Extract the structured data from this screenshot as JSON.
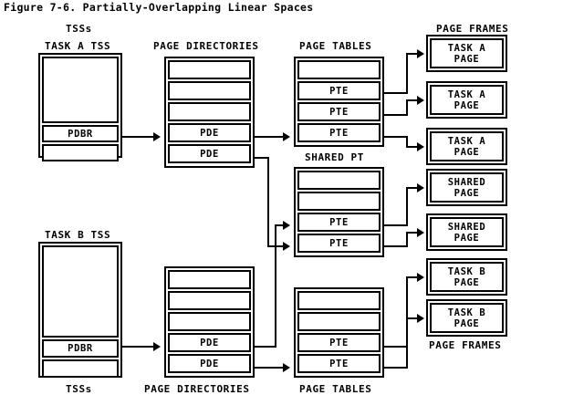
{
  "figure": {
    "title": "Figure 7-6. Partially-Overlapping Linear Spaces"
  },
  "labels": {
    "tss_top": "TSSs",
    "tss_bottom": "TSSs",
    "task_a_tss": "TASK A TSS",
    "task_b_tss": "TASK B TSS",
    "page_directories_top": "PAGE DIRECTORIES",
    "page_directories_bottom": "PAGE DIRECTORIES",
    "page_tables_top": "PAGE TABLES",
    "page_tables_bottom": "PAGE TABLES",
    "shared_pt": "SHARED PT",
    "page_frames_top": "PAGE FRAMES",
    "page_frames_bottom": "PAGE FRAMES"
  },
  "task_a_tss": {
    "rows": [
      "",
      "PDBR",
      ""
    ]
  },
  "task_b_tss": {
    "rows": [
      "",
      "PDBR",
      ""
    ]
  },
  "page_directory_a": {
    "rows": [
      "",
      "",
      "",
      "PDE",
      "PDE"
    ]
  },
  "page_directory_b": {
    "rows": [
      "",
      "",
      "",
      "PDE",
      "PDE"
    ]
  },
  "page_table_a": {
    "rows": [
      "",
      "PTE",
      "PTE",
      "PTE"
    ]
  },
  "shared_page_table": {
    "rows": [
      "",
      "",
      "PTE",
      "PTE"
    ]
  },
  "page_table_b": {
    "rows": [
      "",
      "",
      "PTE",
      "PTE"
    ]
  },
  "page_frames": [
    {
      "line1": "TASK A",
      "line2": "PAGE"
    },
    {
      "line1": "TASK A",
      "line2": "PAGE"
    },
    {
      "line1": "TASK A",
      "line2": "PAGE"
    },
    {
      "line1": "SHARED",
      "line2": "PAGE"
    },
    {
      "line1": "SHARED",
      "line2": "PAGE"
    },
    {
      "line1": "TASK B",
      "line2": "PAGE"
    },
    {
      "line1": "TASK B",
      "line2": "PAGE"
    }
  ],
  "colors": {
    "ink": "#000000",
    "paper": "#ffffff"
  }
}
